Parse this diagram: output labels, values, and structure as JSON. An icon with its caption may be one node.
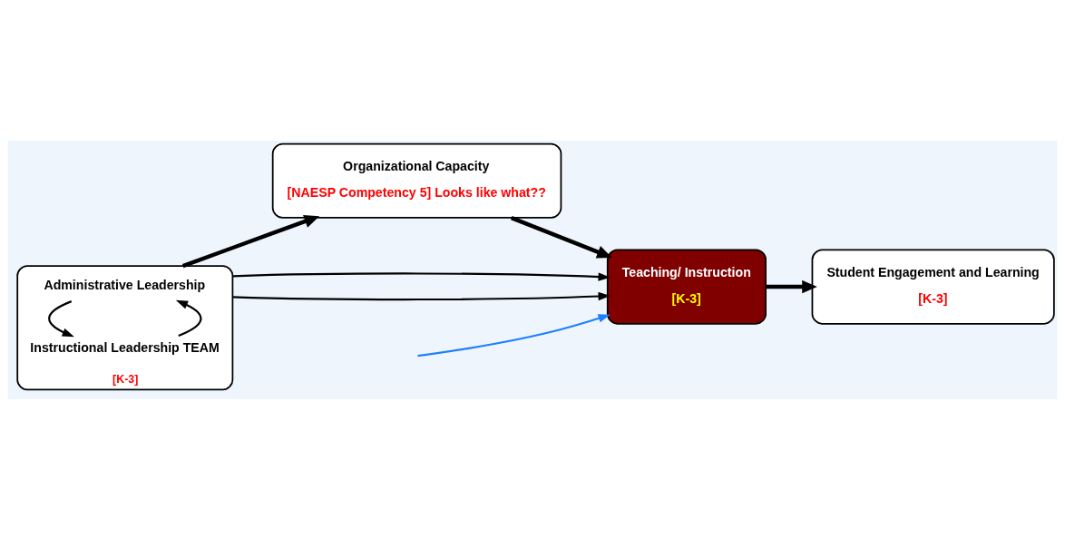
{
  "diagram": {
    "nodes": [
      {
        "text": [
          "[K-3]"
        ]
      },
      {
        "text": [
          "Administrative Leadership"
        ],
        "in": 0
      },
      {
        "text": [
          "Instructional Leadership TEAM"
        ],
        "in": 0
      },
      {
        "text": [
          "Organizational Capacity",
          "[NAESP Competency 5] Looks like what??"
        ]
      },
      {
        "text": [
          "Teaching/ Instruction",
          "[K-3]"
        ]
      },
      {
        "text": [
          "Student Engagement and Learning",
          "[K-3]"
        ]
      }
    ],
    "edges": [
      {
        "from": 2,
        "to": 1,
        "arrow": "to"
      },
      {
        "from": 1,
        "to": 2,
        "arrow": "to"
      },
      {
        "from": 0,
        "to": 4,
        "arrow": "to"
      },
      {
        "from": 0,
        "to": 3,
        "arrow": "to",
        "style": "thick"
      },
      {
        "from": 3,
        "to": 4,
        "arrow": "to",
        "style": "thick"
      },
      {
        "from": 0,
        "to": 4,
        "arrow": "to"
      },
      {
        "from": 4,
        "to": 5,
        "arrow": "to",
        "style": "thick"
      },
      {
        "from": null,
        "to": 4,
        "arrow": "to",
        "color": "#1e7fff"
      }
    ]
  }
}
